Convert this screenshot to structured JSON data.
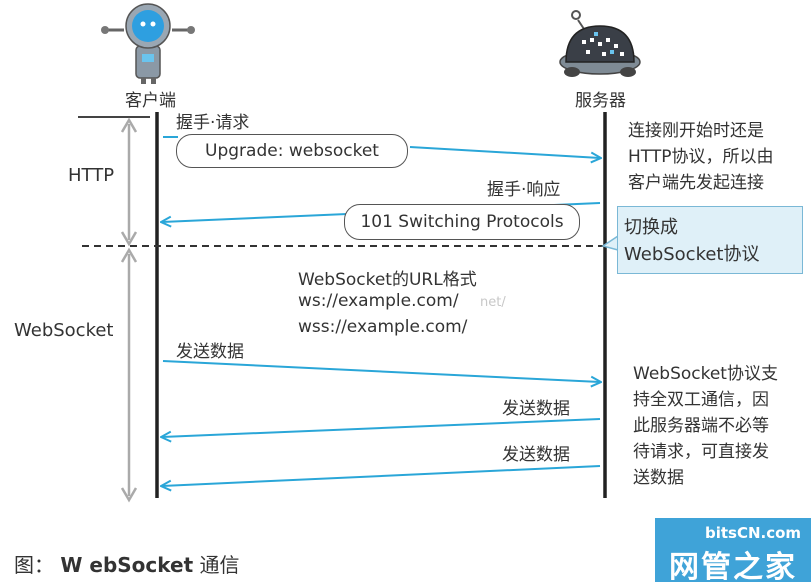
{
  "actors": {
    "client": "客户端",
    "server": "服务器"
  },
  "phases": {
    "http": "HTTP",
    "websocket": "WebSocket"
  },
  "messages": {
    "handshake_request_label": "握手·请求",
    "upgrade": "Upgrade: websocket",
    "handshake_response_label": "握手·响应",
    "switching": "101 Switching Protocols",
    "send_1": "发送数据",
    "send_2": "发送数据",
    "send_3": "发送数据"
  },
  "url_format": {
    "title": "WebSocket的URL格式",
    "ws": "ws://example.com/",
    "wss": "wss://example.com/"
  },
  "notes": {
    "http_start": [
      "连接刚开始时还是",
      "HTTP协议，所以由",
      "客户端先发起连接"
    ],
    "switch": [
      "切换成",
      "WebSocket协议"
    ],
    "full_duplex": [
      "WebSocket协议支",
      "持全双工通信，因",
      "此服务器端不必等",
      "待请求，可直接发",
      "送数据"
    ]
  },
  "caption": {
    "prefix": "图：",
    "bold": "W ebSocket",
    "suffix": " 通信"
  },
  "watermark": "net/",
  "logo": {
    "top": "bitsCN.com",
    "main": "网管之家"
  },
  "colors": {
    "arrow": "#2aa6d8",
    "callout_bg": "#dff0f8",
    "logo_bg": "#3fa3d8"
  }
}
